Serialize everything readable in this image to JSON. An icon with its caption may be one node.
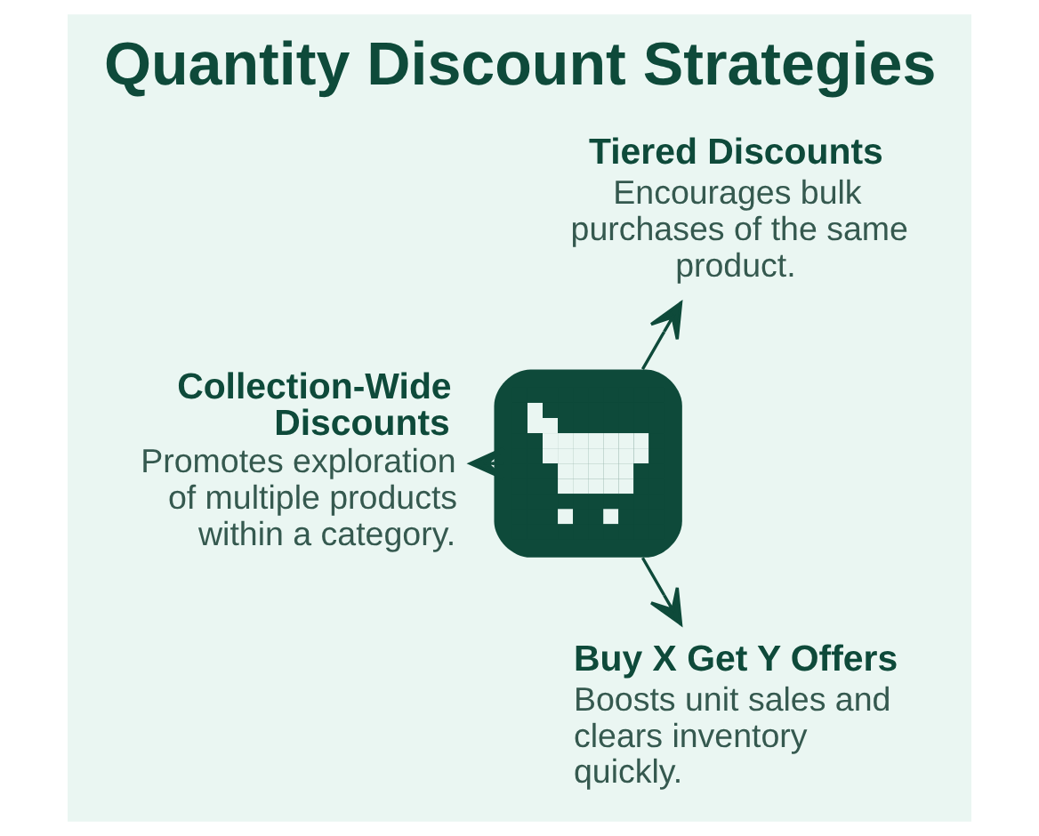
{
  "diagram": {
    "title": "Quantity Discount Strategies",
    "nodes": [
      {
        "text": [
          "Tiered Discounts",
          "Encourages bulk purchases of the same product."
        ]
      },
      {
        "text": [],
        "shape": "picture"
      },
      {
        "text": [
          "Collection-Wide Discounts",
          "Promotes exploration of multiple products within a category."
        ]
      },
      {
        "text": [
          "Buy X Get Y Offers",
          "Boosts unit sales and clears inventory quickly."
        ]
      }
    ],
    "edges": [
      {
        "from": 1,
        "to": 0,
        "arrow": "to"
      },
      {
        "from": 1,
        "to": 2,
        "arrow": "to"
      },
      {
        "from": 1,
        "to": 3,
        "arrow": "to"
      }
    ]
  }
}
